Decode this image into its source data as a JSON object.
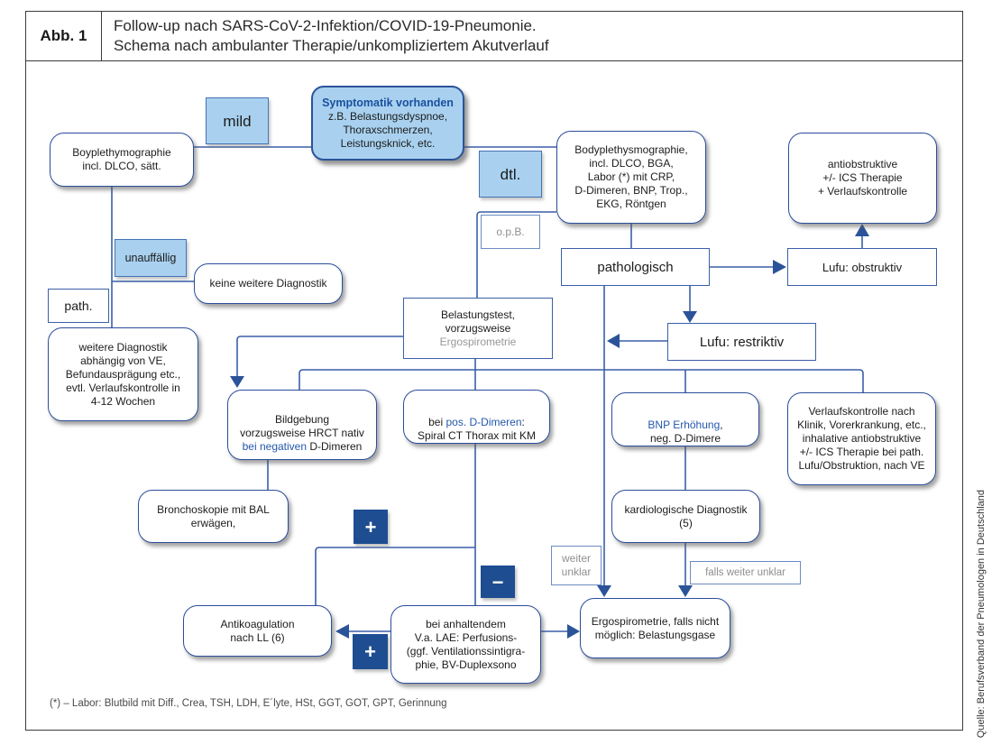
{
  "title": {
    "abb": "Abb. 1",
    "line1": "Follow-up nach SARS-CoV-2-Infektion/COVID-19-Pneumonie.",
    "line2": "Schema nach ambulanter Therapie/unkompliziertem Akutverlauf"
  },
  "symptomatik": {
    "title": "Symptomatik vorhanden",
    "body": "z.B. Belastungsdyspnoe,\nThoraxschmerzen,\nLeistungsknick, etc."
  },
  "labels": {
    "mild": "mild",
    "dtl": "dtl.",
    "unauffaellig": "unauffällig",
    "path": "path.",
    "opb": "o.p.B.",
    "pathologisch": "pathologisch",
    "lufu_obstruktiv": "Lufu: obstruktiv",
    "lufu_restriktiv": "Lufu: restriktiv",
    "weiter_unklar": "weiter\nunklar",
    "falls_weiter_unklar": "falls weiter unklar",
    "plus": "+",
    "minus": "−"
  },
  "boxes": {
    "boyplethymographie": "Boyplethymographie\nincl. DLCO, sätt.",
    "keine_weitere_diagnostik": "keine weitere Diagnostik",
    "weitere_diagnostik": "weitere Diagnostik\nabhängig von VE,\nBefundausprägung etc.,\nevtl. Verlaufskontrolle in\n4-12 Wochen",
    "bodyplethysmographie": "Bodyplethysmographie,\nincl. DLCO, BGA,\nLabor (*) mit  CRP,\nD-Dimeren, BNP, Trop.,\nEKG, Röntgen",
    "antiobstruktive": "antiobstruktive\n+/- ICS Therapie\n+ Verlaufskontrolle",
    "belastungstest": {
      "black": "Belastungstest,\nvorzugsweise",
      "gray": "Ergospirometrie"
    },
    "bildgebung": {
      "pre": "Bildgebung\nvorzugsweise HRCT nativ\n",
      "blue": "bei negativen",
      "post": " D-Dimeren"
    },
    "bei_pos_ddimeren": {
      "pre": "bei ",
      "blue": "pos. D-Dimeren",
      "post": ":\nSpiral CT Thorax mit KM"
    },
    "bnp": {
      "blue": "BNP Erhöhung",
      "post": ",\nneg. D-Dimere"
    },
    "verlaufskontrolle": "Verlaufskontrolle nach\nKlinik, Vorerkrankung, etc.,\ninhalative antiobstruktive\n+/- ICS Therapie bei path.\nLufu/Obstruktion, nach VE",
    "bronchoskopie": "Bronchoskopie mit BAL\nerwägen,",
    "kardiologische": "kardiologische Diagnostik\n(5)",
    "antikoagulation": "Antikoagulation\nnach LL (6)",
    "bei_anhaltendem": "bei  anhaltendem\nV.a. LAE: Perfusions-\n(ggf. Ventilationssintigra-\nphie, BV-Duplexsono",
    "ergospirometrie": "Ergospirometrie, falls nicht\nmöglich: Belastungsgase"
  },
  "footnote": "(*) – Labor: Blutbild mit Diff., Crea, TSH, LDH, E´lyte, HSt, GGT, GOT, GPT, Gerinnung",
  "source": "Quelle: Berufsverband der Pneumologen in Deutschland",
  "colors": {
    "line_blue": "#3a5fa8",
    "border_blue": "#2b4d9b",
    "light_blue_fill": "#a9d1ef",
    "dark_square_blue": "#1e4d91",
    "blue_text": "#2458ad",
    "gray_text": "#8f8f8f"
  }
}
